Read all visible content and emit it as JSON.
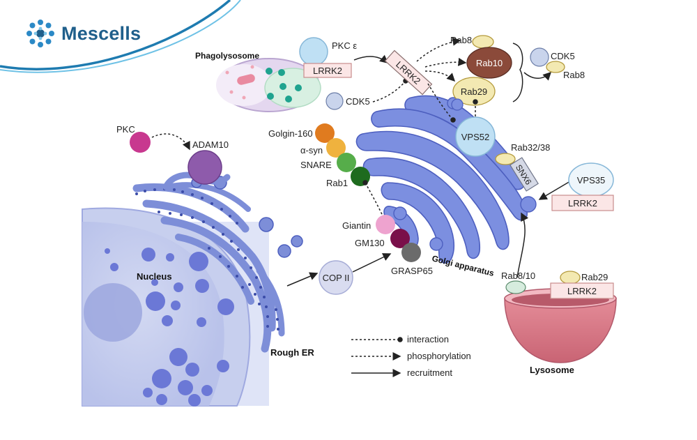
{
  "brand": {
    "name": "Mescells"
  },
  "labels": {
    "phagolysosome": "Phagolysosome",
    "pkc_epsilon": "PKC ε",
    "lrrk2_phago": "LRRK2",
    "lrrk2_top": "LRRK2",
    "cdk5_left": "CDK5",
    "rab8_top": "Rab8",
    "rab10": "Rab10",
    "rab29_top": "Rab29",
    "cdk5_right": "CDK5",
    "rab8_right": "Rab8",
    "pkc": "PKC",
    "adam10": "ADAM10",
    "golgin160": "Golgin-160",
    "alpha_syn": "α-syn",
    "snare": "SNARE",
    "rab1": "Rab1",
    "vps52": "VPS52",
    "rab32_38": "Rab32/38",
    "snx6": "SNX6",
    "vps35": "VPS35",
    "lrrk2_vps35": "LRRK2",
    "giantin": "Giantin",
    "gm130": "GM130",
    "grasp65": "GRASP65",
    "golgi": "Golgi apparatus",
    "nucleus": "Nucleus",
    "rough_er": "Rough ER",
    "cop2": "COP II",
    "rab8_10": "Rab8/10",
    "rab29_lys": "Rab29",
    "lrrk2_lys": "LRRK2",
    "lysosome": "Lysosome"
  },
  "legend": [
    {
      "label": "interaction",
      "style": "dotted-dot"
    },
    {
      "label": "phosphorylation",
      "style": "dotted-arrow"
    },
    {
      "label": "recruitment",
      "style": "solid-arrow"
    }
  ],
  "colors": {
    "brand": "#1f5f8b",
    "arc_dark": "#1e7bb0",
    "arc_light": "#6fc2e6",
    "golgi": "#7c8fe0",
    "golgi_edge": "#4d5fbf",
    "nucleus": "#c9d0ee",
    "nucleolus": "#6b78d6",
    "er": "#7d8ed8",
    "rab10": "#8b4a3a",
    "rab29": "#f3e9b2",
    "adam10": "#8e5bab",
    "pkc": "#c8388f",
    "golgin160": "#e07b1f",
    "alpha_syn": "#efb23e",
    "snare": "#56ad4a",
    "rab1": "#1e6b1e",
    "giantin": "#eea3cf",
    "gm130": "#7a0f4a",
    "grasp65": "#6b6b6b",
    "vps_bubble": "#bfe0f4",
    "lrrk2_box": "#fbe6e6",
    "lysosome": "#d77a86"
  }
}
